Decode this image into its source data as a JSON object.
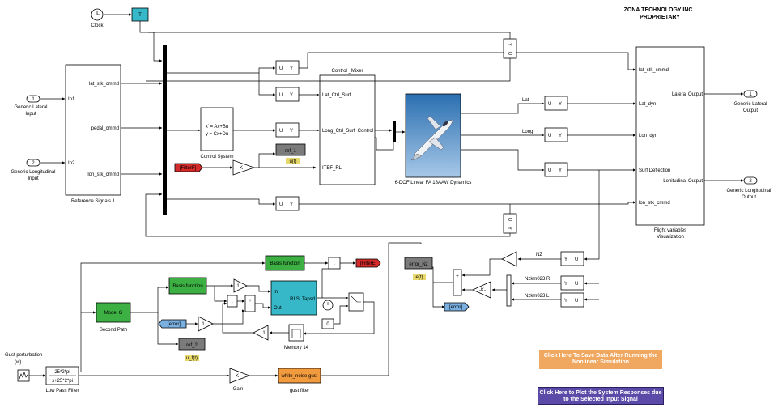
{
  "header": {
    "line1": "ZONA TECHNOLOGY INC .",
    "line2": "PROPRIETARY"
  },
  "clock": {
    "label": "Clock",
    "goto_tag": "T"
  },
  "inports": [
    {
      "num": "1",
      "label1": "Generic Lateral",
      "label2": "Input"
    },
    {
      "num": "2",
      "label1": "Generic Longitudinal",
      "label2": "Input"
    }
  ],
  "ref_signals": {
    "in1": "In1",
    "in2": "In2",
    "out1": "lat_stk_cmmd",
    "out2": "pedal_cmmd",
    "out3": "lon_stk_cmmd",
    "name": "Reference Signals  1"
  },
  "control_system": {
    "eq1": "x' = Ax+Bu",
    "eq2": "y = Cx+Du",
    "name": "Control System"
  },
  "filter_tag": "[FilterF]",
  "gain_k": "-K-",
  "uy": {
    "u": "U",
    "y": "Y"
  },
  "control_mixer": {
    "title": "Control _Mixer",
    "p1": "Lat_Ctrl_Surf",
    "p2": "Long_Ctrl_Surf",
    "p3": "ITEF_RL",
    "out": "Control"
  },
  "ref1": {
    "name": "ref_1",
    "sub": "u(t)"
  },
  "aircraft": {
    "name": "6-DOF Linear FA  18AAW Dynamics"
  },
  "signals": {
    "lat": "Lat",
    "long": "Long",
    "nz": "NZ",
    "nz_r": "Nzkm023 R",
    "nz_l": "Nzkm023 L"
  },
  "flight_viz": {
    "p1": "lat_stk_cmmd",
    "p2": "Lat_dyn",
    "p3": "Lon_dyn",
    "p4": "Surf Deflection",
    "p5": "lon_stk_cmmd",
    "o1": "Lateral Output",
    "o2": "Lonitudinal Output",
    "name1": "Flight variables",
    "name2": "Visualization"
  },
  "outports": [
    {
      "num": "1",
      "label1": "Generic Lateral",
      "label2": "Output"
    },
    {
      "num": "2",
      "label1": "Generic Longitudinal",
      "label2": "Output"
    }
  ],
  "error_nz": {
    "name": "error_Nz",
    "sub": "e(t)",
    "goto": "[error]"
  },
  "adaptive": {
    "basis1": "Basis function",
    "basis2": "Basis function",
    "filterE": "[FilterE]",
    "model_g": "Model G",
    "second_path": "Second Path",
    "rls": "RLS",
    "rls_in": "In",
    "rls_out": "Out",
    "rls_tapsd": "Tapsd",
    "error_from": "[error]",
    "ref2": "ref_2",
    "ref2_sub": "u_f(t)",
    "gain1": "1",
    "gain1b": "1",
    "const0": "0",
    "memory": "Memory 14",
    "dot": "·",
    "plus": "+",
    "minus": "-"
  },
  "gust": {
    "label1": "Gust perturbation",
    "label2": "(w)",
    "tf_num": "25*2*pi",
    "tf_den": "s+25*2*pi",
    "lpf": "Low Pass Filter",
    "gain": "Gain",
    "gain_k": "-K-",
    "wng": "white_noise gust",
    "gust_filter": "gust filter"
  },
  "buttons": {
    "save": "Click Here To Save Data After Running the Nonlinear Simulation",
    "plot": "Click Here to Plot the System Responses due to the Selected Input Signal"
  },
  "colors": {
    "green": "#3cb043",
    "cyan": "#36b8c8",
    "gray": "#7b7b7b",
    "orange": "#f19a3e",
    "red": "#d42a2a",
    "blue": "#7ab0e0"
  }
}
